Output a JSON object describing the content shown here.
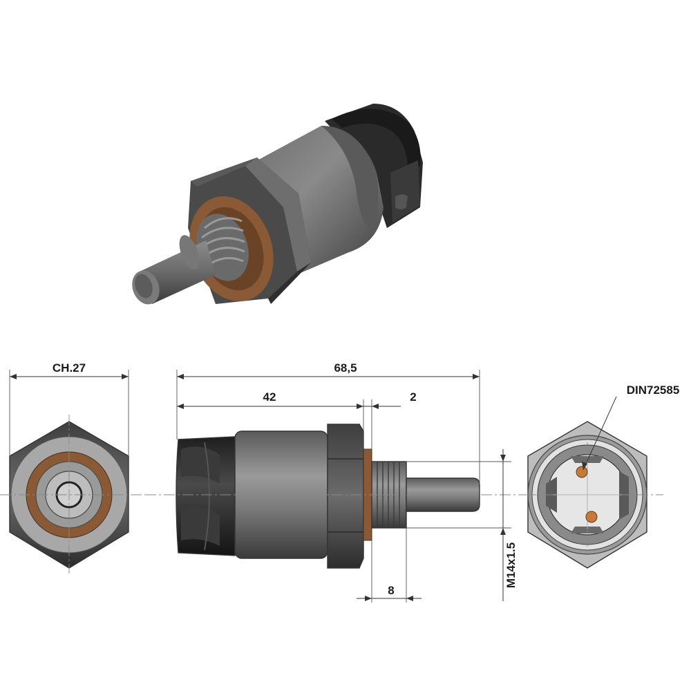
{
  "dimensions": {
    "hex_size": "CH.27",
    "overall_length": "68,5",
    "body_length": "42",
    "washer_thickness": "2",
    "thread_length": "8",
    "thread_spec": "M14x1.5",
    "connector_standard": "DIN72585"
  },
  "colors": {
    "steel_dark": "#4a4a4a",
    "steel_mid": "#7a7a7a",
    "steel_light": "#a8a8a8",
    "plastic_black": "#2a2a2a",
    "copper_washer": "#8a5a36",
    "pin_copper": "#c47a3a",
    "line": "#333333"
  }
}
